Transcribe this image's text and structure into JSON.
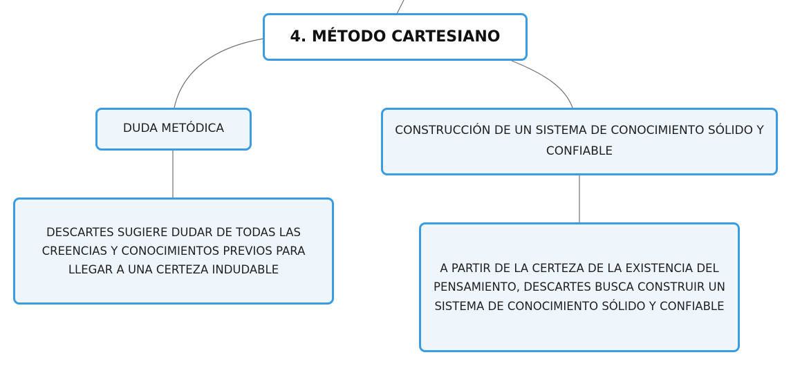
{
  "diagram": {
    "root": {
      "label": "4. MÉTODO CARTESIANO"
    },
    "branches": [
      {
        "label": "DUDA METÓDICA",
        "child": "DESCARTES SUGIERE DUDAR DE TODAS LAS CREENCIAS Y CONOCIMIENTOS PREVIOS PARA LLEGAR A UNA CERTEZA INDUDABLE"
      },
      {
        "label": "CONSTRUCCIÓN DE UN SISTEMA DE CONOCIMIENTO SÓLIDO Y CONFIABLE",
        "child": "A PARTIR DE LA CERTEZA DE LA EXISTENCIA DEL PENSAMIENTO, DESCARTES BUSCA CONSTRUIR UN SISTEMA DE CONOCIMIENTO SÓLIDO Y CONFIABLE"
      }
    ],
    "colors": {
      "node_border": "#3a9be0",
      "node_fill": "#eef6fc",
      "root_fill": "#ffffff",
      "connector": "#6f6f6f"
    }
  }
}
